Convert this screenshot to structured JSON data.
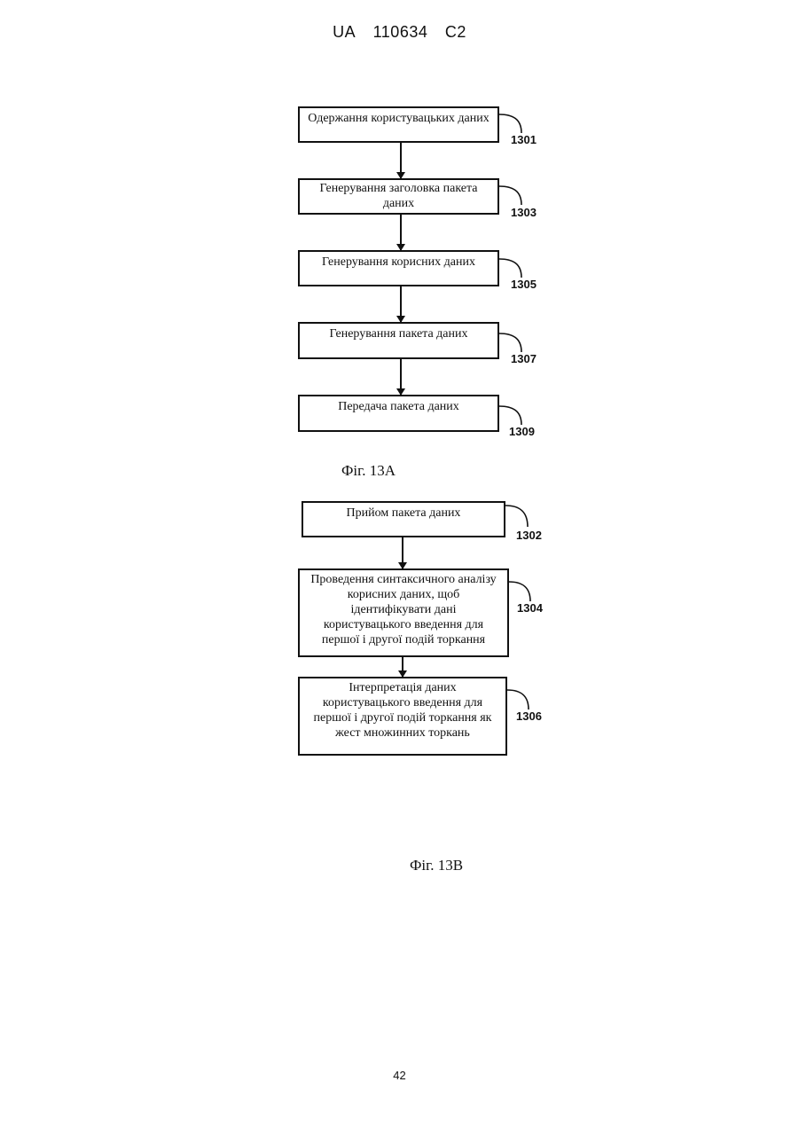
{
  "header": {
    "country": "UA",
    "number": "110634",
    "kind": "C2"
  },
  "fig_a": {
    "caption": "Фіг. 13А",
    "steps": [
      {
        "text": "Одержання користувацьких даних",
        "ref": "1301"
      },
      {
        "text": "Генерування заголовка пакета\nданих",
        "ref": "1303"
      },
      {
        "text": "Генерування корисних даних",
        "ref": "1305"
      },
      {
        "text": "Генерування пакета даних",
        "ref": "1307"
      },
      {
        "text": "Передача пакета даних",
        "ref": "1309"
      }
    ]
  },
  "fig_b": {
    "caption": "Фіг. 13В",
    "steps": [
      {
        "text": "Прийом пакета даних",
        "ref": "1302"
      },
      {
        "text": "Проведення синтаксичного аналізу\nкорисних даних, щоб\nідентифікувати дані\nкористувацького введення для\nпершої і другої подій торкання",
        "ref": "1304"
      },
      {
        "text": "Інтерпретація даних\nкористувацького введення для\nпершої і другої подій торкання як\nжест множинних торкань",
        "ref": "1306"
      }
    ]
  },
  "page_number": "42"
}
